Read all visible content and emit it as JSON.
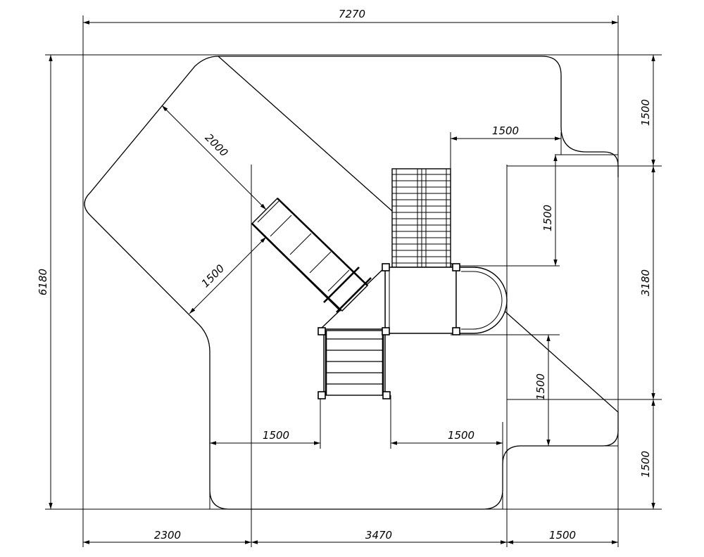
{
  "dimensions": {
    "overall_width": "7270",
    "overall_height": "6180",
    "slide_length": "2000",
    "slide_offset": "1500",
    "top_right_zone_width": "1500",
    "top_right_zone_height": "1500",
    "right_zone_upper_height": "1500",
    "right_middle_height": "3180",
    "right_zone_lower_height": "1500",
    "bottom_right_zone_height": "1500",
    "bottom_left_offset": "1500",
    "bottom_right_offset": "1500",
    "bottom_left_width": "2300",
    "bottom_middle_width": "3470",
    "bottom_right_width": "1500"
  }
}
